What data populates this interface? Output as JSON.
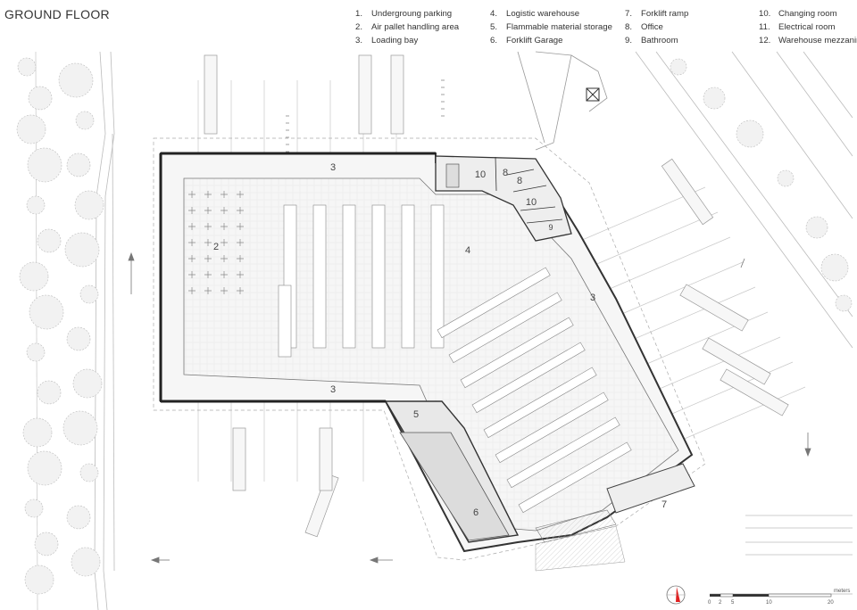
{
  "title": "GROUND FLOOR",
  "legend": [
    {
      "num": "1.",
      "label": "Undergroung parking"
    },
    {
      "num": "2.",
      "label": "Air  pallet handling area"
    },
    {
      "num": "3.",
      "label": "Loading bay"
    },
    {
      "num": "4.",
      "label": "Logistic warehouse"
    },
    {
      "num": "5.",
      "label": "Flammable material storage"
    },
    {
      "num": "6.",
      "label": "Forklift Garage"
    },
    {
      "num": "7.",
      "label": "Forklift ramp"
    },
    {
      "num": "8.",
      "label": "Office"
    },
    {
      "num": "9.",
      "label": "Bathroom"
    },
    {
      "num": "10.",
      "label": "Changing room"
    },
    {
      "num": "11.",
      "label": "Electrical room"
    },
    {
      "num": "12.",
      "label": "Warehouse mezzanine"
    }
  ],
  "room_labels": {
    "r2": "2",
    "r3a": "3",
    "r3b": "3",
    "r3c": "3",
    "r4": "4",
    "r5": "5",
    "r6": "6",
    "r7": "7",
    "r8a": "8",
    "r8b": "8",
    "r10a": "10",
    "r10b": "10",
    "r9": "9"
  },
  "scale": {
    "unit": "meters",
    "ticks": [
      "0",
      "2",
      "5",
      "10",
      "20"
    ]
  },
  "north_arrow_color": "#e02020",
  "icons": [
    "north-arrow-icon",
    "helipad-icon",
    "flow-arrow-icon",
    "tree-icon",
    "truck-icon"
  ]
}
